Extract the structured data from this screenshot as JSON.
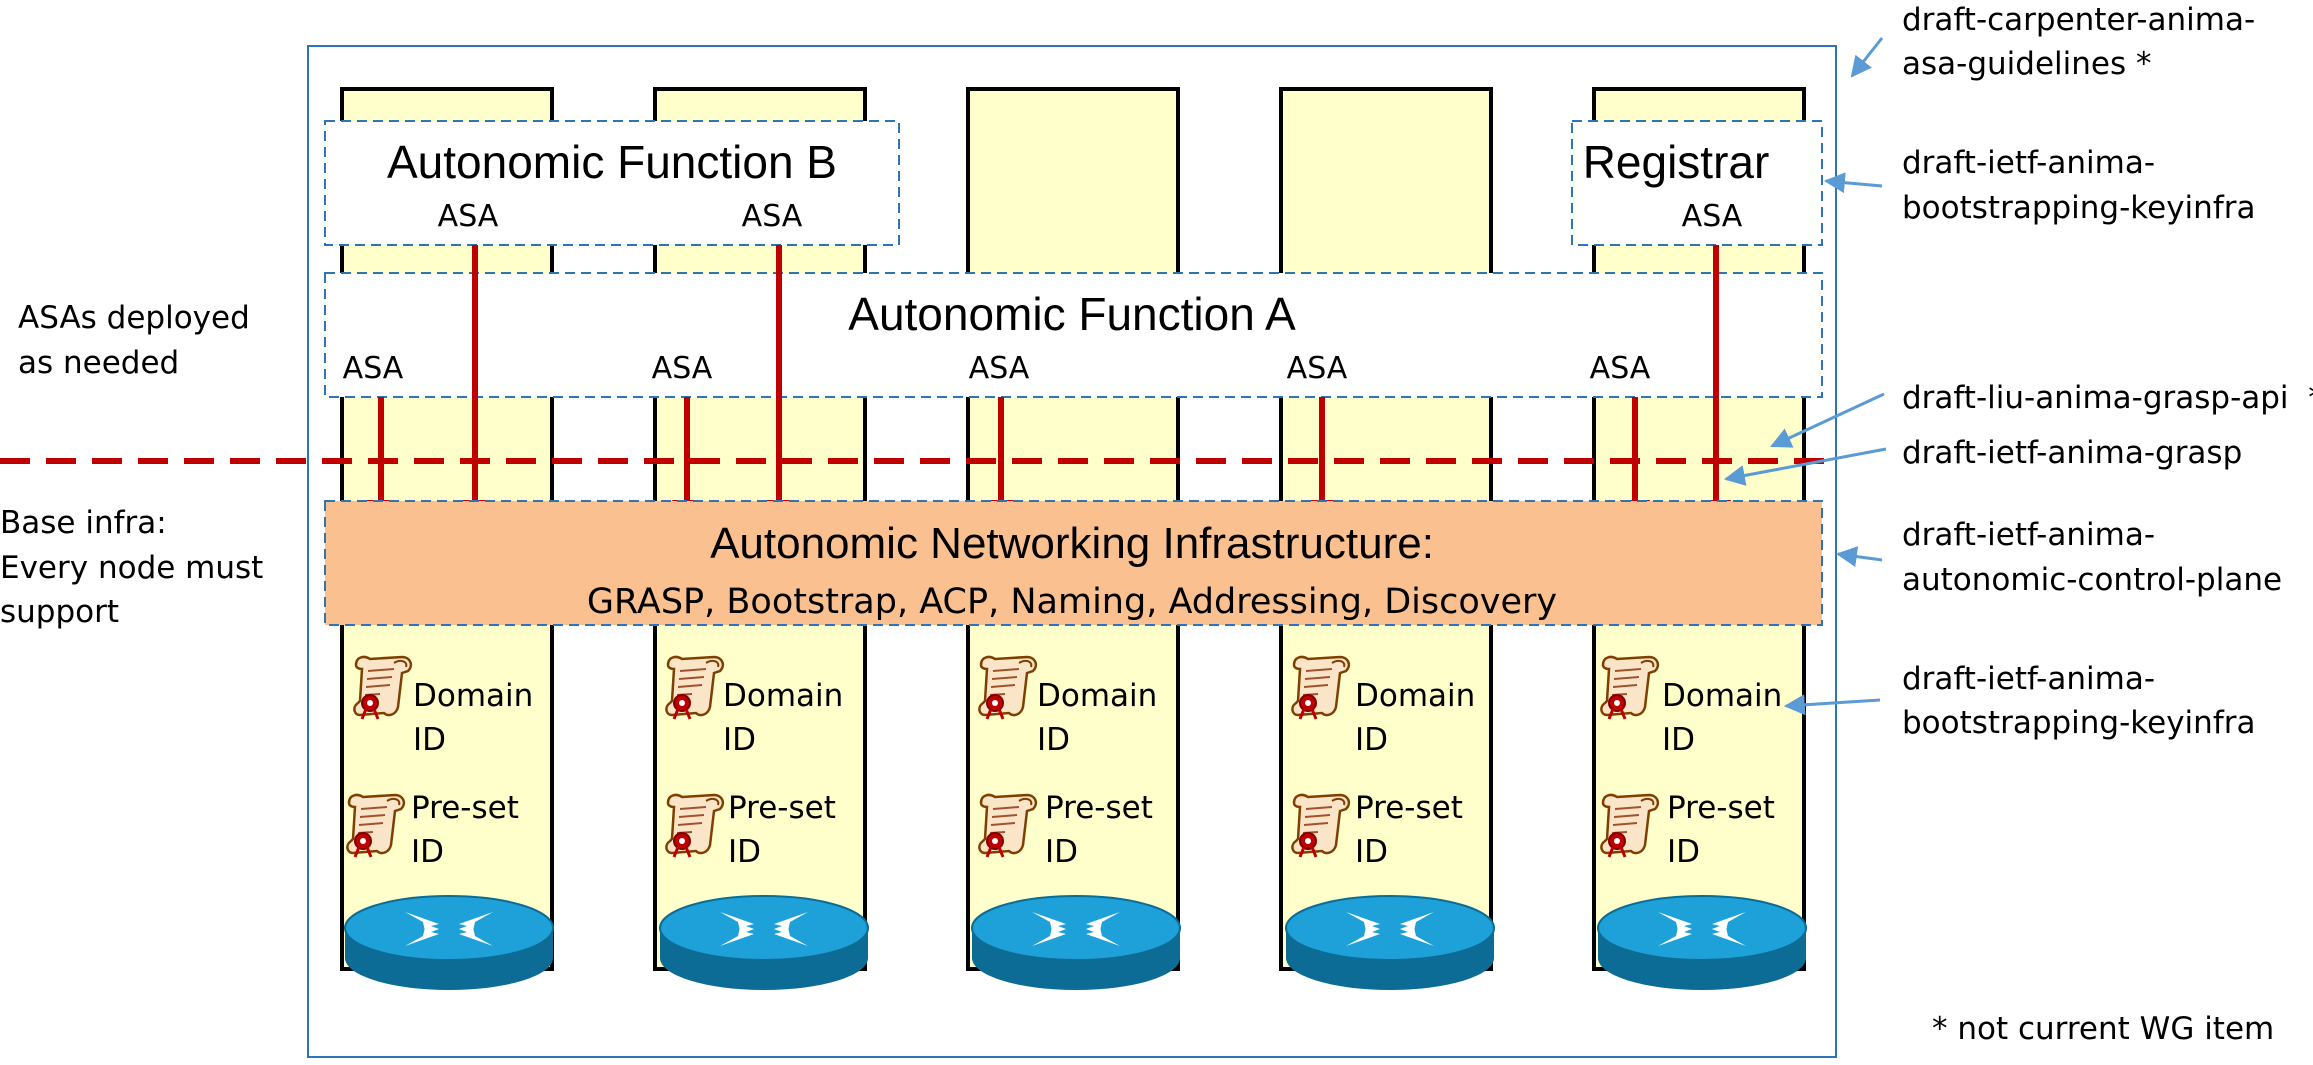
{
  "left_labels": {
    "asas_deployed": [
      "ASAs deployed",
      "as needed"
    ],
    "base_infra": [
      "Base infra:",
      "Every node must",
      "support"
    ]
  },
  "functions": {
    "function_b": {
      "title": "Autonomic Function B",
      "asa_labels": [
        "ASA",
        "ASA"
      ]
    },
    "registrar": {
      "title": "Registrar",
      "asa_label": "ASA"
    },
    "function_a": {
      "title": "Autonomic Function A",
      "asa_labels": [
        "ASA",
        "ASA",
        "ASA",
        "ASA",
        "ASA"
      ]
    }
  },
  "infrastructure": {
    "title": "Autonomic Networking Infrastructure:",
    "subtitle": "GRASP, Bootstrap, ACP, Naming, Addressing, Discovery"
  },
  "nodes": [
    {
      "domain_id": [
        "Domain",
        "ID"
      ],
      "preset_id": [
        "Pre-set",
        "ID"
      ]
    },
    {
      "domain_id": [
        "Domain",
        "ID"
      ],
      "preset_id": [
        "Pre-set",
        "ID"
      ]
    },
    {
      "domain_id": [
        "Domain",
        "ID"
      ],
      "preset_id": [
        "Pre-set",
        "ID"
      ]
    },
    {
      "domain_id": [
        "Domain",
        "ID"
      ],
      "preset_id": [
        "Pre-set",
        "ID"
      ]
    },
    {
      "domain_id": [
        "Domain",
        "ID"
      ],
      "preset_id": [
        "Pre-set",
        "ID"
      ]
    }
  ],
  "drafts": {
    "asa_guidelines": [
      "draft-carpenter-anima-",
      "asa-guidelines *"
    ],
    "keyinfra_registrar": [
      "draft-ietf-anima-",
      "bootstrapping-keyinfra"
    ],
    "grasp_api": "draft-liu-anima-grasp-api  *",
    "grasp": "draft-ietf-anima-grasp",
    "acp": [
      "draft-ietf-anima-",
      "autonomic-control-plane"
    ],
    "keyinfra_domain": [
      "draft-ietf-anima-",
      "bootstrapping-keyinfra"
    ]
  },
  "footnote": "* not current WG item",
  "colors": {
    "node_fill": "#ffffcc",
    "infra_fill": "#fac090",
    "frame_blue": "#2e75b6",
    "arrow_red": "#c00000",
    "router_blue": "#1ea0d8",
    "pointer_blue": "#5b9bd5"
  }
}
